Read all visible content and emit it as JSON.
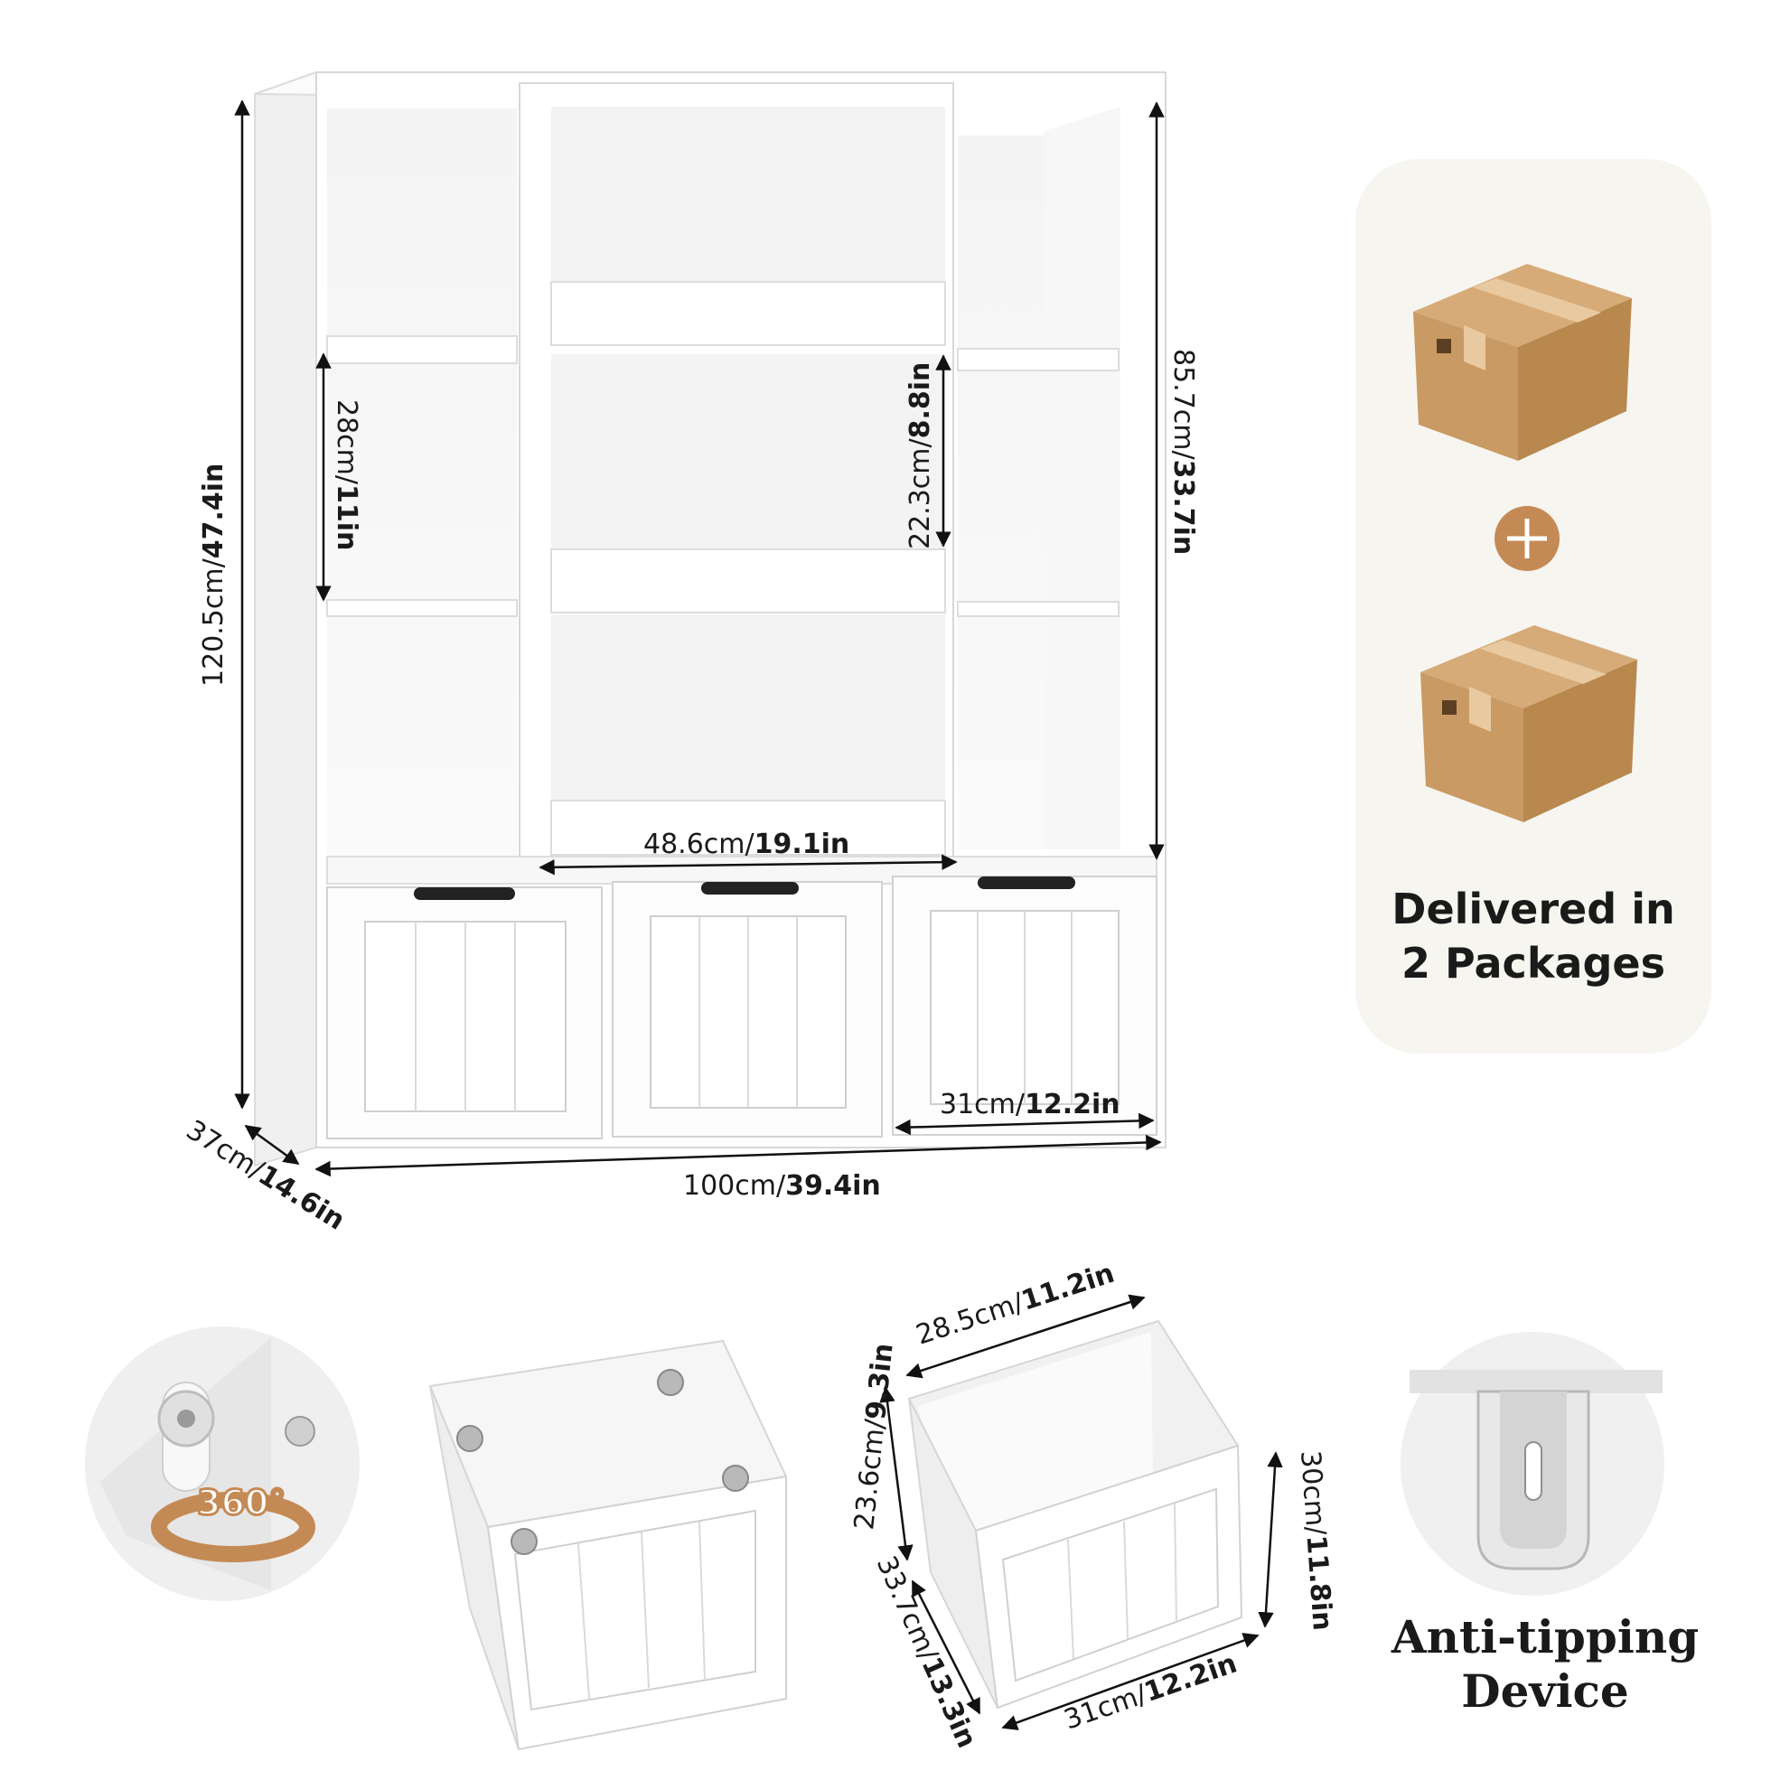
{
  "dimensions": {
    "height_total": {
      "metric": "120.5cm/",
      "imperial": "47.4in"
    },
    "height_shelf_left": {
      "metric": "28cm/",
      "imperial": "11in"
    },
    "height_shelf_center": {
      "metric": "22.3cm/",
      "imperial": "8.8in"
    },
    "height_upper": {
      "metric": "85.7cm/",
      "imperial": "33.7in"
    },
    "width_center": {
      "metric": "48.6cm/",
      "imperial": "19.1in"
    },
    "width_drawer_front": {
      "metric": "31cm/",
      "imperial": "12.2in"
    },
    "width_total": {
      "metric": "100cm/",
      "imperial": "39.4in"
    },
    "depth_total": {
      "metric": "37cm/",
      "imperial": "14.6in"
    }
  },
  "drawer_dimensions": {
    "width_top": {
      "metric": "28.5cm/",
      "imperial": "11.2in"
    },
    "height_inner": {
      "metric": "23.6cm/",
      "imperial": "9.3in"
    },
    "depth": {
      "metric": "33.7cm/",
      "imperial": "13.3in"
    },
    "height_front": {
      "metric": "30cm/",
      "imperial": "11.8in"
    },
    "width_front": {
      "metric": "31cm/",
      "imperial": "12.2in"
    }
  },
  "wheel_badge": "360°",
  "packages": {
    "line1": "Delivered in",
    "line2": "2 Packages"
  },
  "anti_tipping": {
    "line1": "Anti-tipping",
    "line2": "Device"
  },
  "colors": {
    "cardboard": "#c99a63",
    "cardboard_dark": "#a97b47",
    "accent_orange": "#c48a55",
    "panel_bg": "#f7f5f0"
  }
}
